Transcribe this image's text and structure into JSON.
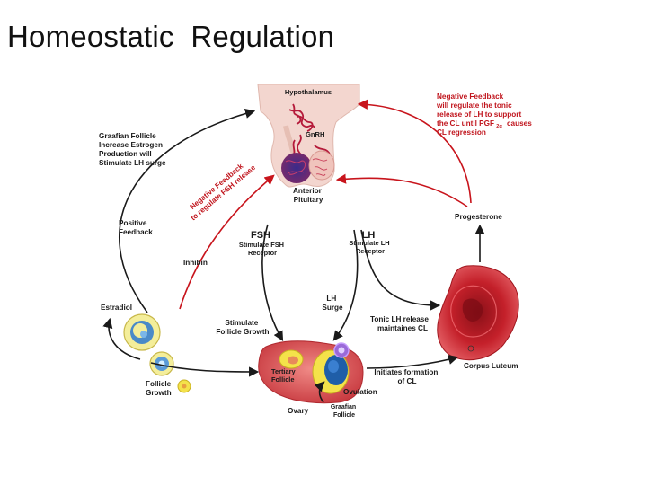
{
  "title": "Homeostatic  Regulation",
  "labels": {
    "hypothalamus": "Hypothalamus",
    "gnrh": "GnRH",
    "anterior_pituitary": [
      "Anterior",
      "Pituitary"
    ],
    "graafian_follicle_estrogen": [
      "Graafian Follicle",
      "Increase Estrogen",
      "Production will",
      "Stimulate LH surge"
    ],
    "negative_feedback_fsh": [
      "Negative Feedback",
      "to regulate FSH release"
    ],
    "negative_feedback_lh": [
      "Negative Feedback",
      "will regulate the tonic",
      "release of LH to support",
      "the CL until PGF",
      "causes",
      "CL regression"
    ],
    "pgf_subscript": "2α",
    "positive_feedback": [
      "Positive",
      "Feedback"
    ],
    "fsh": "FSH",
    "stimulate_fsh_receptor": [
      "Stimulate FSH",
      "Receptor"
    ],
    "lh": "LH",
    "stimulate_lh_receptor": [
      "Stimulate LH",
      "Receptor"
    ],
    "progesterone": "Progesterone",
    "inhibin": "Inhibin",
    "estradiol": "Estradiol",
    "lh_surge": [
      "LH",
      "Surge"
    ],
    "stimulate_follicle_growth": [
      "Stimulate",
      "Follicle Growth"
    ],
    "tonic_lh_release": [
      "Tonic LH release",
      "maintaines CL"
    ],
    "corpus_luteum": "Corpus Luteum",
    "tertiary_follicle": [
      "Tertiary",
      "Follicle"
    ],
    "initiates_formation": [
      "Initiates formation",
      "of CL"
    ],
    "ovulation": "Ovulation",
    "follicle_growth": [
      "Follicle",
      "Growth"
    ],
    "ovary": "Ovary",
    "graafian_follicle": [
      "Graafian",
      "Follicle"
    ]
  },
  "colors": {
    "black_arrow": "#1a1a1a",
    "red_arrow": "#c8141c",
    "red_text": "#c0141c",
    "hypothalamus_tissue": "#f3d6cf",
    "blood_vessel": "#b51a3a",
    "pituitary": "#5a2a7a",
    "corpus_luteum": "#c4202a",
    "ovary": "#d94a4e",
    "follicle_yellow": "#f4e24a",
    "follicle_blue": "#5a8fc8",
    "oocyte_purple": "#9a6ad8"
  }
}
